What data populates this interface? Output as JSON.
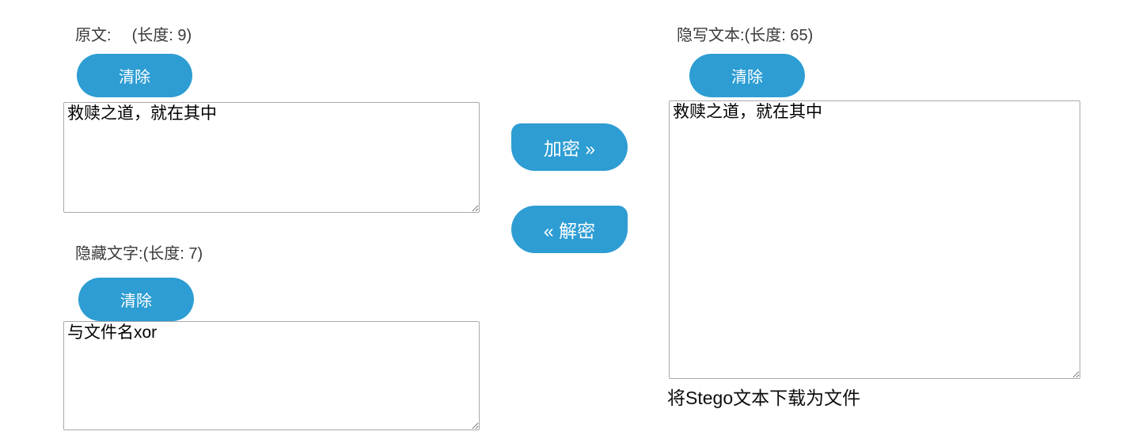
{
  "theme": {
    "accent": "#2d9dd3"
  },
  "left": {
    "original": {
      "label": "原文:",
      "length": "(长度: 9)",
      "clear_label": "清除",
      "text": "救赎之道，就在其中"
    },
    "hidden": {
      "label": "隐藏文字:",
      "length": "(长度: 7)",
      "clear_label": "清除",
      "text": "与文件名xor"
    }
  },
  "middle": {
    "encrypt_label": "加密 »",
    "decrypt_label": "« 解密"
  },
  "right": {
    "stego": {
      "label": "隐写文本:",
      "length": "(长度: 65)",
      "clear_label": "清除",
      "text": "救赎之道，就在其中"
    },
    "download_label": "将Stego文本下载为文件"
  }
}
